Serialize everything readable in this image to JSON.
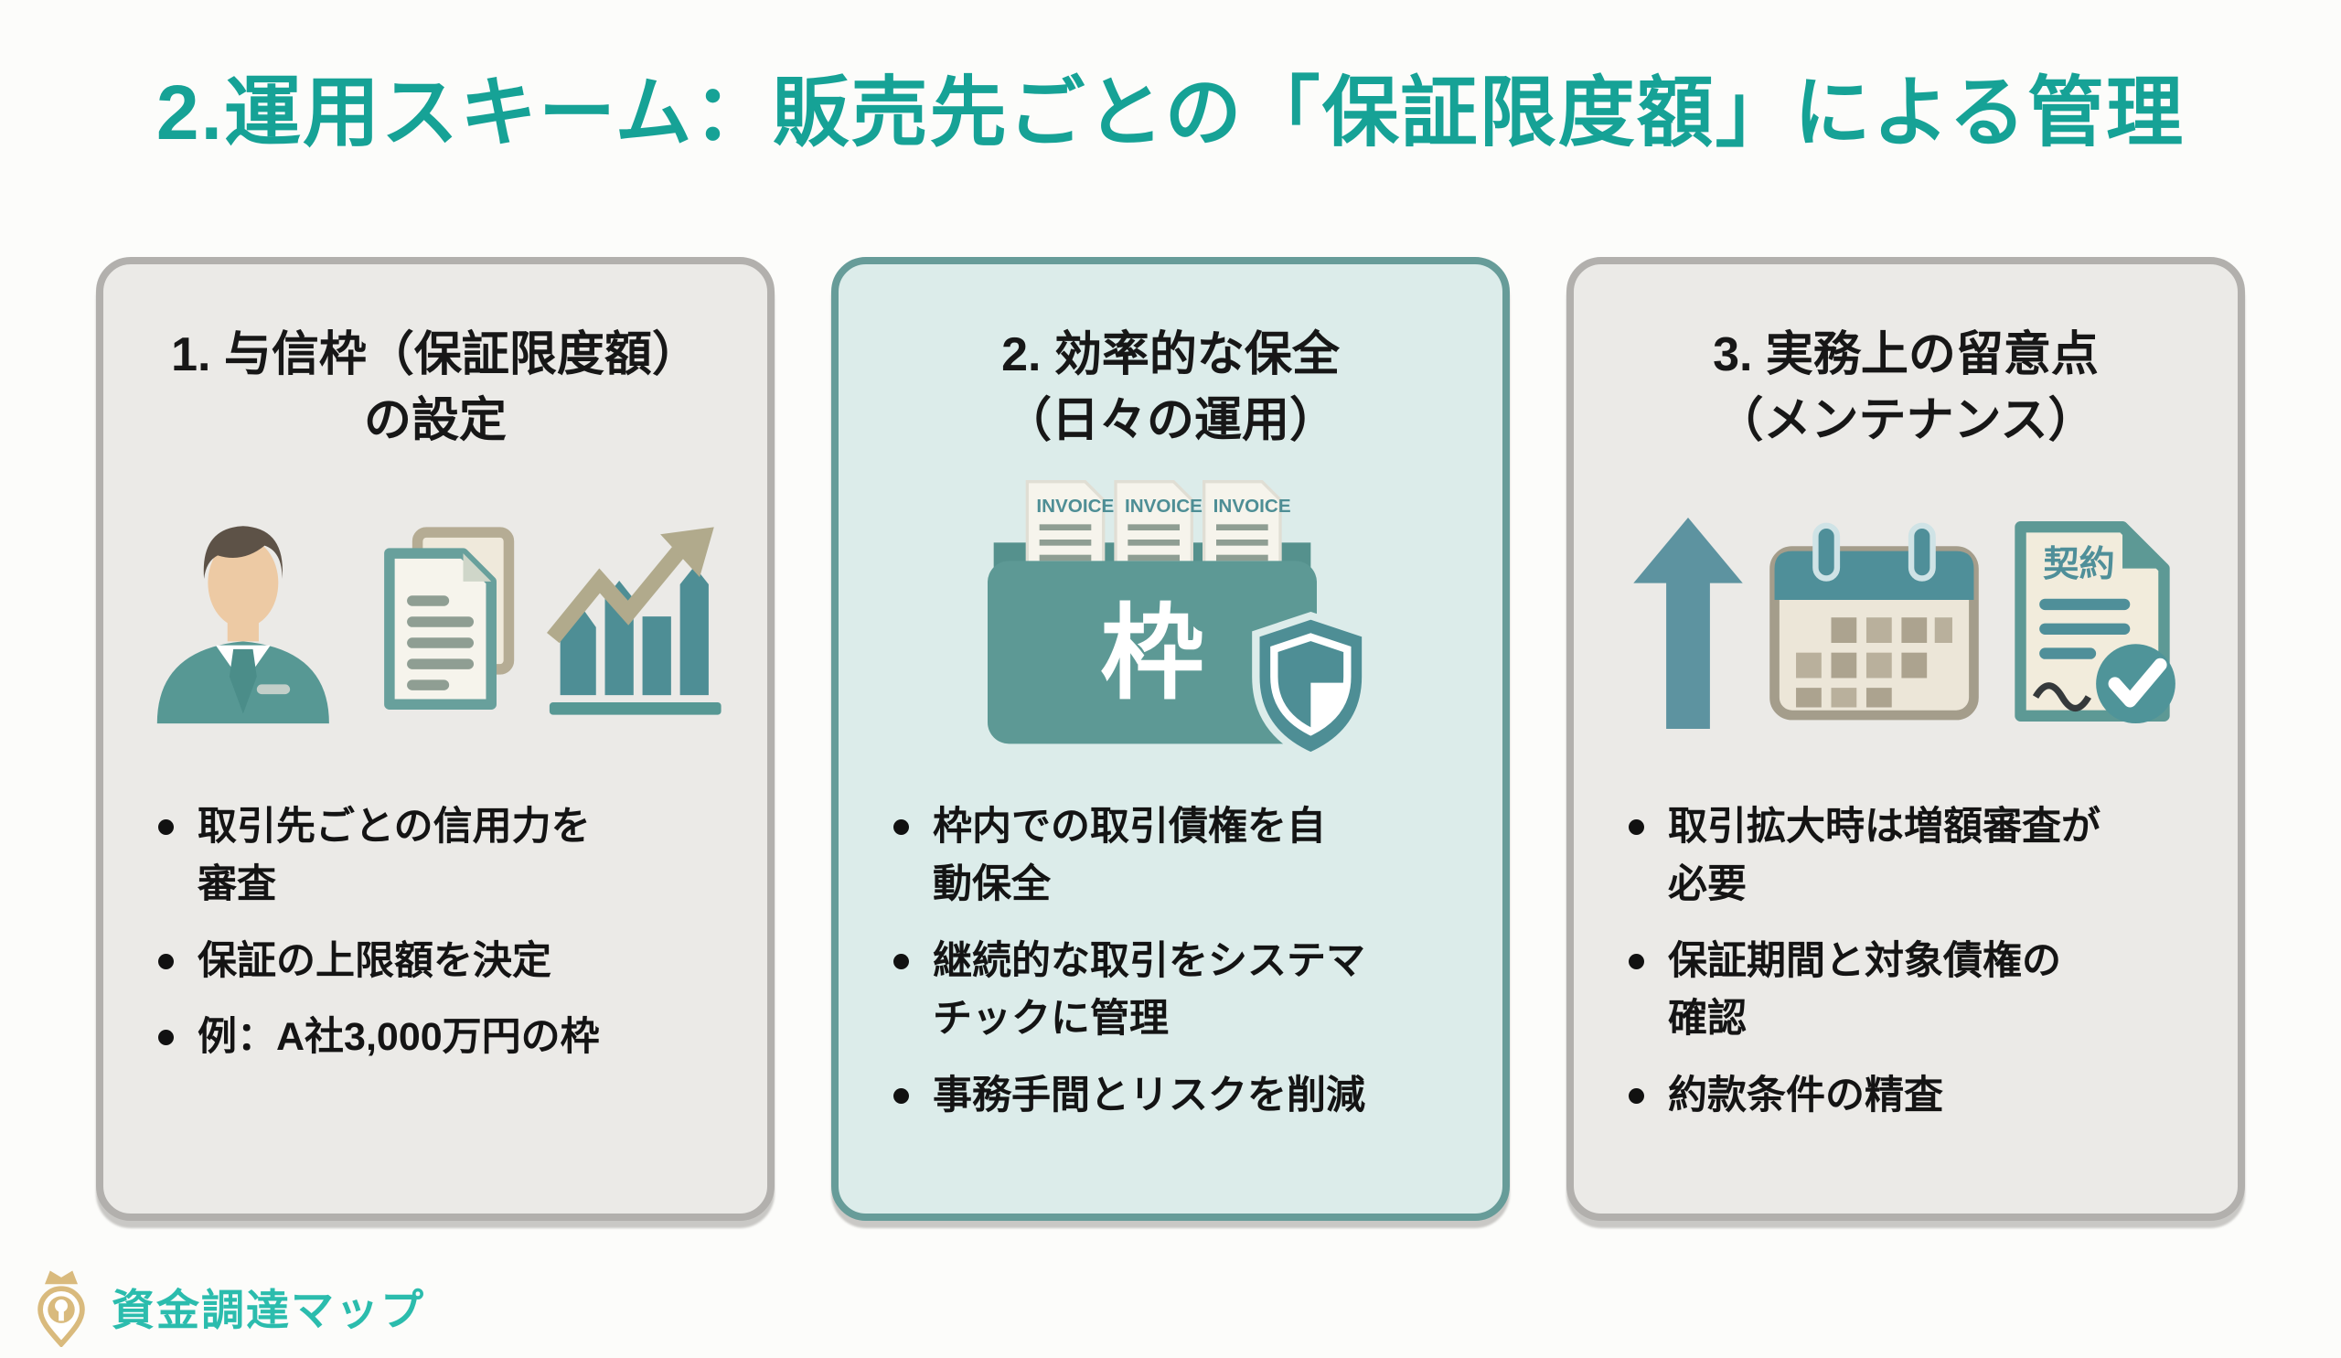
{
  "title": "2.運用スキーム：販売先ごとの「保証限度額」による管理",
  "cards": [
    {
      "heading": "1. 与信枠（保証限度額）\nの設定",
      "bullets": [
        "取引先ごとの信用力を\n審査",
        "保証の上限額を決定",
        "例：A社3,000万円の枠"
      ],
      "icons": [
        "businessman-icon",
        "documents-icon",
        "growth-chart-icon"
      ]
    },
    {
      "heading": "2. 効率的な保全\n（日々の運用）",
      "bullets": [
        "枠内での取引債権を自\n動保全",
        "継続的な取引をシステマ\nチックに管理",
        "事務手間とリスクを削減"
      ],
      "icon_labels": {
        "invoice": "INVOICE",
        "box_char": "枠"
      },
      "icons": [
        "invoice-box-shield-icon"
      ]
    },
    {
      "heading": "3. 実務上の留意点\n（メンテナンス）",
      "bullets": [
        "取引拡大時は増額審査が\n必要",
        "保証期間と対象債権の\n確認",
        "約款条件の精査"
      ],
      "icon_labels": {
        "contract": "契約"
      },
      "icons": [
        "up-arrow-icon",
        "calendar-icon",
        "contract-check-icon"
      ]
    }
  ],
  "logo": {
    "text": "資金調達マップ"
  },
  "colors": {
    "title_teal": "#16a296",
    "card_gray_bg": "#ebeae7",
    "card_gray_border": "#b2b0ad",
    "card_teal_bg": "#dcecea",
    "card_teal_border": "#679c99",
    "icon_teal": "#579894",
    "icon_dark_teal": "#4e8e95",
    "icon_olive": "#b1aa8c",
    "icon_cream": "#efe8d9",
    "icon_tan": "#b5ac94",
    "logo_gold": "#d9ba7d",
    "logo_teal": "#2bbcad"
  }
}
